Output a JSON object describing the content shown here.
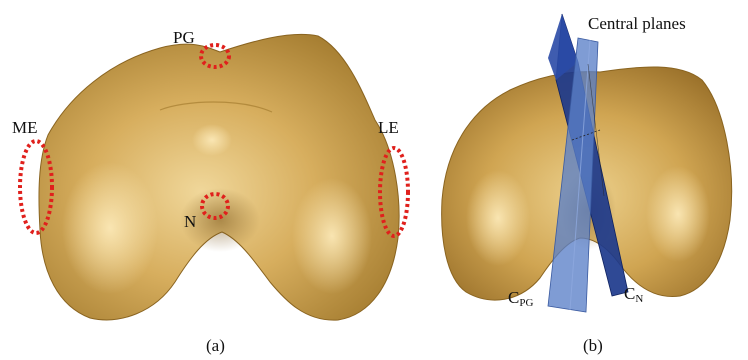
{
  "panels": {
    "a": {
      "caption": "(a)",
      "landmarks": {
        "pg": "PG",
        "me": "ME",
        "le": "LE",
        "n": "N"
      }
    },
    "b": {
      "caption": "(b)",
      "title": "Central planes",
      "plane_pg": {
        "main": "C",
        "sub": "PG"
      },
      "plane_n": {
        "main": "C",
        "sub": "N"
      }
    }
  },
  "colors": {
    "bone": "#d2a857",
    "bone_light": "#f0d79a",
    "bone_dark": "#8a6420",
    "marker": "#e0201c",
    "plane_light": "#5b80c8",
    "plane_dark": "#1d3a8c"
  }
}
